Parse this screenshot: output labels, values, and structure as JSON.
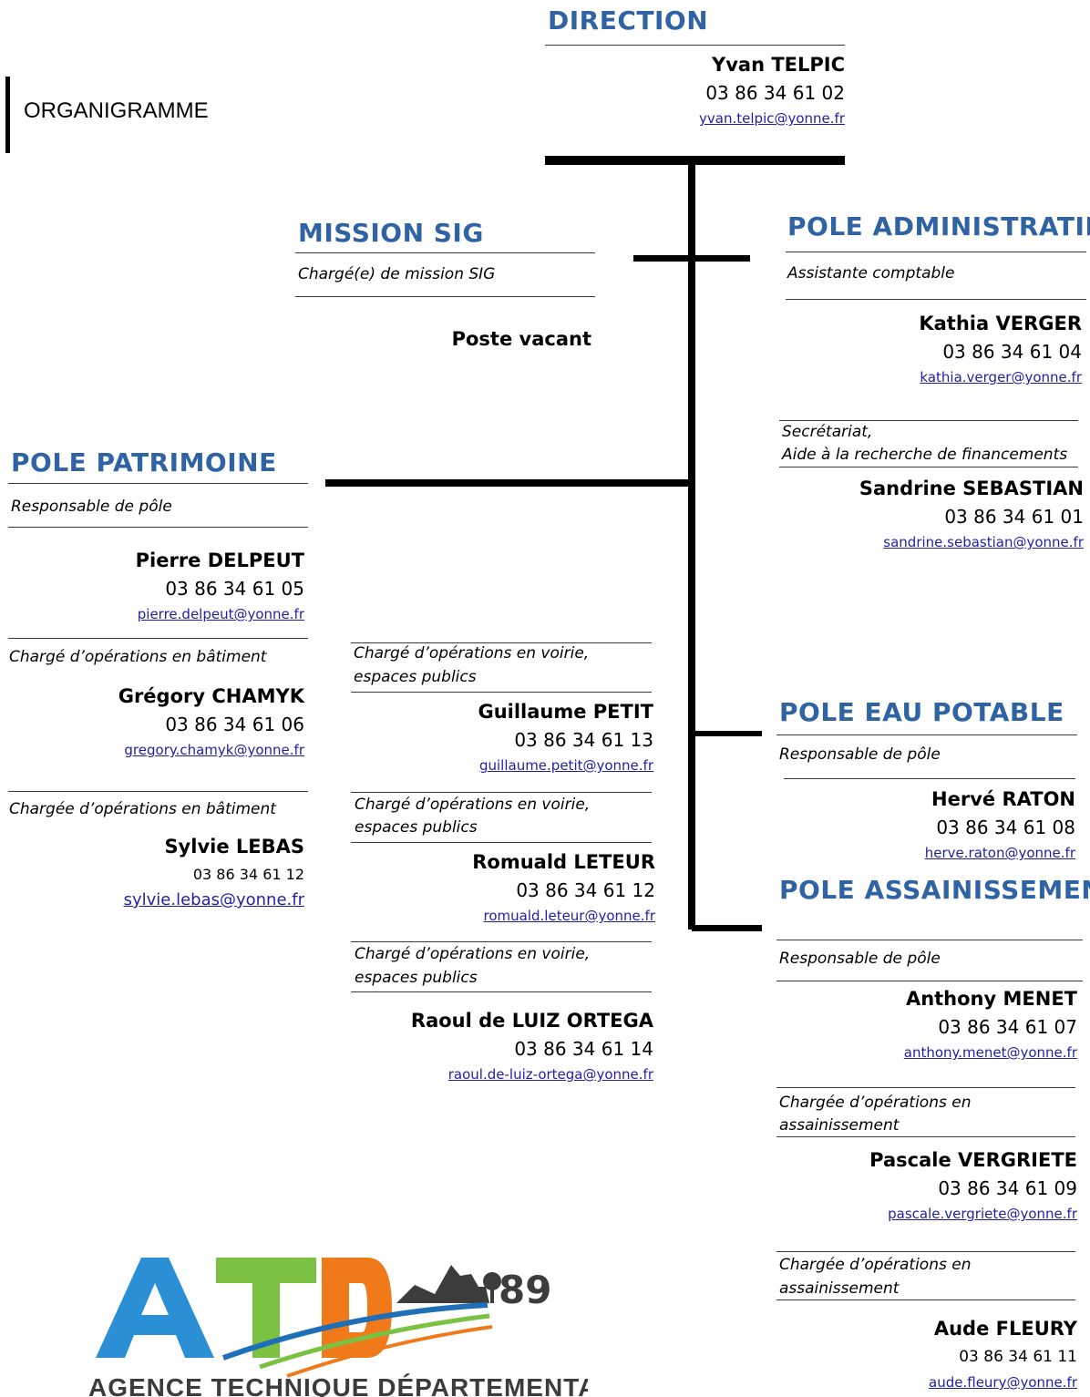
{
  "page": {
    "title": "ORGANIGRAMME"
  },
  "direction": {
    "heading": "DIRECTION",
    "person": {
      "name": "Yvan TELPIC",
      "phone": "03 86 34 61 02",
      "email": "yvan.telpic@yonne.fr"
    }
  },
  "mission_sig": {
    "heading": "MISSION SIG",
    "role": "Chargé(e) de mission SIG",
    "status": "Poste vacant"
  },
  "pole_administratif": {
    "heading": "POLE ADMINISTRATIF",
    "members": [
      {
        "role": "Assistante comptable",
        "name": "Kathia VERGER",
        "phone": "03 86 34 61 04",
        "email": "kathia.verger@yonne.fr"
      },
      {
        "role_line1": "Secrétariat,",
        "role_line2": "Aide à la recherche de financements",
        "name": "Sandrine SEBASTIAN",
        "phone": "03 86 34 61 01",
        "email": "sandrine.sebastian@yonne.fr"
      }
    ]
  },
  "pole_patrimoine": {
    "heading": "POLE PATRIMOINE",
    "members": [
      {
        "role": "Responsable de pôle",
        "name": "Pierre DELPEUT",
        "phone": "03 86 34 61 05",
        "email": "pierre.delpeut@yonne.fr"
      },
      {
        "role": "Chargé d’opérations en bâtiment",
        "name": "Grégory CHAMYK",
        "phone": "03 86 34 61 06",
        "email": "gregory.chamyk@yonne.fr"
      },
      {
        "role": "Chargée d’opérations en bâtiment",
        "name": "Sylvie LEBAS",
        "phone": "03 86 34 61 12",
        "email": "sylvie.lebas@yonne.fr"
      }
    ],
    "voirie": [
      {
        "role_line1": "Chargé d’opérations en voirie,",
        "role_line2": "espaces publics",
        "name": "Guillaume PETIT",
        "phone": "03 86 34 61 13",
        "email": "guillaume.petit@yonne.fr"
      },
      {
        "role_line1": "Chargé d’opérations en voirie,",
        "role_line2": "espaces publics",
        "name": "Romuald LETEUR",
        "phone": "03 86 34 61 12",
        "email": "romuald.leteur@yonne.fr"
      },
      {
        "role_line1": "Chargé d’opérations en voirie,",
        "role_line2": "espaces publics",
        "name": "Raoul de LUIZ ORTEGA",
        "phone": "03 86 34 61 14",
        "email": "raoul.de-luiz-ortega@yonne.fr"
      }
    ]
  },
  "pole_eau_potable": {
    "heading": "POLE EAU POTABLE",
    "members": [
      {
        "role": "Responsable de pôle",
        "name": "Hervé RATON",
        "phone": "03 86 34 61 08",
        "email": "herve.raton@yonne.fr"
      }
    ]
  },
  "pole_assainissement": {
    "heading": "POLE ASSAINISSEMENT",
    "members": [
      {
        "role": "Responsable de pôle",
        "name": "Anthony MENET",
        "phone": "03 86 34 61 07",
        "email": "anthony.menet@yonne.fr"
      },
      {
        "role_line1": "Chargée d’opérations en",
        "role_line2": "assainissement",
        "name": "Pascale VERGRIETE",
        "phone": "03 86 34 61 09",
        "email": "pascale.vergriete@yonne.fr"
      },
      {
        "role_line1": "Chargée d’opérations en",
        "role_line2": "assainissement",
        "name": "Aude FLEURY",
        "phone": "03 86 34 61 11",
        "email": "aude.fleury@yonne.fr"
      }
    ]
  },
  "logo": {
    "letters": [
      "A",
      "T",
      "D"
    ],
    "number": "89",
    "tagline": "AGENCE TECHNIQUE DÉPARTEMENTALE",
    "colors": {
      "a": "#2b8fd6",
      "t": "#7cc242",
      "d": "#f07a1a",
      "swoosh_blue": "#1f6fb8",
      "swoosh_green": "#7cc242",
      "swoosh_orange": "#f07a1a",
      "text": "#3c3c3c"
    }
  }
}
